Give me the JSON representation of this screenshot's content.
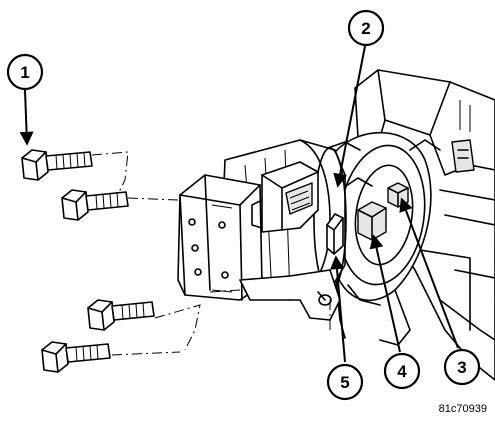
{
  "figure_code": "81c70939",
  "callouts": [
    {
      "id": "1",
      "label": "1"
    },
    {
      "id": "2",
      "label": "2"
    },
    {
      "id": "3",
      "label": "3"
    },
    {
      "id": "4",
      "label": "4"
    },
    {
      "id": "5",
      "label": "5"
    }
  ],
  "colors": {
    "line": "#000000",
    "background": "#ffffff",
    "shade": "#e6e6e6"
  }
}
